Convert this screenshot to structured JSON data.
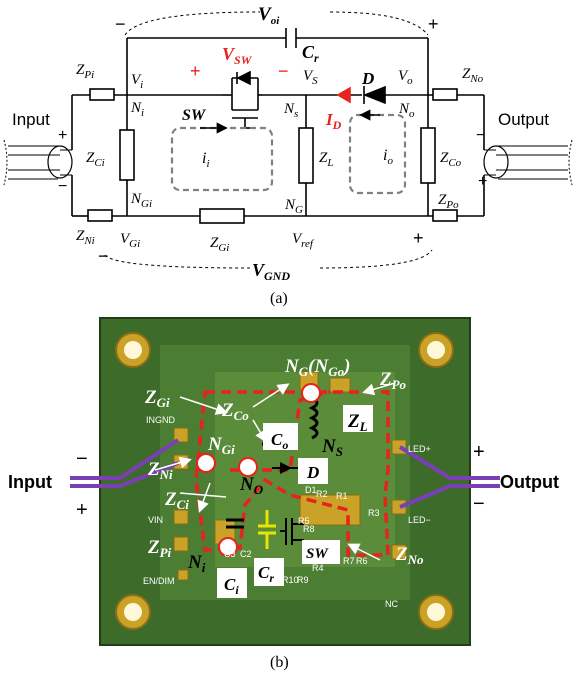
{
  "schematic": {
    "caption": "(a)",
    "input_label": "Input",
    "output_label": "Output",
    "labels": {
      "V_oi": "V",
      "V_oi_sub": "oi",
      "C_r": "C",
      "C_r_sub": "r",
      "V_SW": "V",
      "V_SW_sub": "SW",
      "V_S": "V",
      "V_S_sub": "S",
      "D": "D",
      "V_o": "V",
      "V_o_sub": "o",
      "Z_Pi": "Z",
      "Z_Pi_sub": "Pi",
      "V_i": "V",
      "V_i_sub": "i",
      "N_i": "N",
      "N_i_sub": "i",
      "SW": "SW",
      "N_s": "N",
      "N_s_sub": "s",
      "I_D": "I",
      "I_D_sub": "D",
      "N_o": "N",
      "N_o_sub": "o",
      "Z_No": "Z",
      "Z_No_sub": "No",
      "Z_Ci": "Z",
      "Z_Ci_sub": "Ci",
      "i_i": "i",
      "i_i_sub": "i",
      "Z_L": "Z",
      "Z_L_sub": "L",
      "i_o": "i",
      "i_o_sub": "o",
      "Z_Co": "Z",
      "Z_Co_sub": "Co",
      "N_Gi": "N",
      "N_Gi_sub": "Gi",
      "N_G": "N",
      "N_G_sub": "G",
      "Z_Po": "Z",
      "Z_Po_sub": "Po",
      "Z_Ni": "Z",
      "Z_Ni_sub": "Ni",
      "V_Gi": "V",
      "V_Gi_sub": "Gi",
      "Z_Gi": "Z",
      "Z_Gi_sub": "Gi",
      "V_ref": "V",
      "V_ref_sub": "ref",
      "V_GND": "V",
      "V_GND_sub": "GND"
    },
    "signs": {
      "plus": "+",
      "minus": "−"
    }
  },
  "pcb": {
    "caption": "(b)",
    "input_label": "Input",
    "output_label": "Output",
    "silk": {
      "ingnd": "INGND",
      "vin": "VIN",
      "en_dim": "EN/DIM",
      "led_plus": "LED+",
      "led_minus": "LED−",
      "nc": "NC",
      "r1": "R1",
      "r2": "R2",
      "r3": "R3",
      "r4": "R4",
      "r5": "R5",
      "r6": "R6",
      "r7": "R7",
      "r8": "R8",
      "r9": "R9",
      "r10": "R10",
      "c2": "C2",
      "c3": "C3",
      "d1": "D1"
    },
    "labels": {
      "NG": "N",
      "NG_sub": "G",
      "NG_paren": "(N",
      "NGo_sub": "Go",
      "NG_close": ")",
      "Z_Po": "Z",
      "Z_Po_sub": "Po",
      "Z_Gi": "Z",
      "Z_Gi_sub": "Gi",
      "Z_Co": "Z",
      "Z_Co_sub": "Co",
      "Z_L": "Z",
      "Z_L_sub": "L",
      "C_o": "C",
      "C_o_sub": "o",
      "N_S": "N",
      "N_S_sub": "S",
      "N_Gi": "N",
      "N_Gi_sub": "Gi",
      "Z_Ni": "Z",
      "Z_Ni_sub": "Ni",
      "N_O": "N",
      "N_O_sub": "O",
      "D": "D",
      "Z_Ci": "Z",
      "Z_Ci_sub": "Ci",
      "Z_Pi": "Z",
      "Z_Pi_sub": "Pi",
      "N_i": "N",
      "N_i_sub": "i",
      "C_i": "C",
      "C_i_sub": "i",
      "C_r": "C",
      "C_r_sub": "r",
      "SW": "SW",
      "Z_No": "Z",
      "Z_No_sub": "No"
    },
    "colors": {
      "board": "#3d6b2a",
      "loop": "#e8221c",
      "wire": "#7b3fb5",
      "cap_r": "#e6e600"
    }
  }
}
